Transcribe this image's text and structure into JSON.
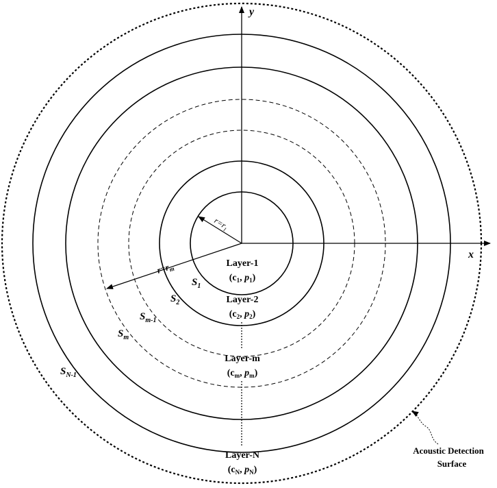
{
  "axes": {
    "x_label": "x",
    "y_label": "y"
  },
  "radii": {
    "r1": {
      "lhs": "r",
      "eq": "=",
      "rhs": "r",
      "sub": "1"
    },
    "rm": {
      "lhs": "r",
      "eq": "=",
      "rhs": "r",
      "sub": "m"
    }
  },
  "surfaces": {
    "s1": {
      "base": "S",
      "sub": "1"
    },
    "s2": {
      "base": "S",
      "sub": "2"
    },
    "sm1": {
      "base": "S",
      "sub": "m-1"
    },
    "sm": {
      "base": "S",
      "sub": "m"
    },
    "sn1": {
      "base": "S",
      "sub": "N-1"
    }
  },
  "layers": {
    "layer1": {
      "name": "Layer-1",
      "c": "c",
      "c_sub": "1",
      "p": "p",
      "p_sub": "1"
    },
    "layer2": {
      "name": "Layer-2",
      "c": "c",
      "c_sub": "2",
      "p": "p",
      "p_sub": "2"
    },
    "layerm": {
      "name": "Layer-m",
      "c": "c",
      "c_sub": "m",
      "p": "p",
      "p_sub": "m"
    },
    "layerN": {
      "name": "Layer-N",
      "c": "c",
      "c_sub": "N",
      "p": "p",
      "p_sub": "N"
    }
  },
  "detection_surface": {
    "line1": "Acoustic Detection",
    "line2": "Surface"
  },
  "punct": {
    "open": "(",
    "comma": ", ",
    "close": ")"
  }
}
